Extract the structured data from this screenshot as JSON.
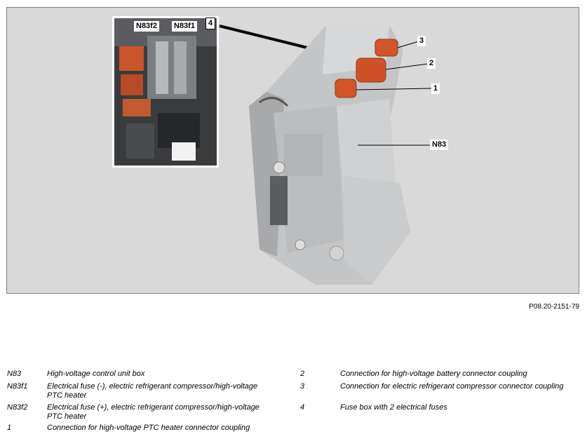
{
  "figure": {
    "callouts": {
      "n83f2": "N83f2",
      "n83f1": "N83f1",
      "four": "4",
      "three": "3",
      "two": "2",
      "one": "1",
      "n83": "N83"
    },
    "reference": "P08.20-2151-79",
    "colors": {
      "background": "#d9d9d9",
      "housing": "#c8c8c8",
      "connector": "#d2552a"
    }
  },
  "legend": {
    "left": [
      {
        "code": "N83",
        "text": "High-voltage control unit box"
      },
      {
        "code": "N83f1",
        "text": "Electrical fuse (-), electric refrigerant compressor/high-voltage PTC heater"
      },
      {
        "code": "N83f2",
        "text": "Electrical fuse (+), electric refrigerant compressor/high-voltage PTC heater"
      },
      {
        "code": "1",
        "text": "Connection for high-voltage PTC heater connector coupling"
      }
    ],
    "right": [
      {
        "code": "2",
        "text": "Connection for high-voltage battery connector coupling"
      },
      {
        "code": "3",
        "text": "Connection for electric refrigerant compressor connector coupling"
      },
      {
        "code": "4",
        "text": "Fuse box with 2 electrical fuses"
      }
    ]
  }
}
